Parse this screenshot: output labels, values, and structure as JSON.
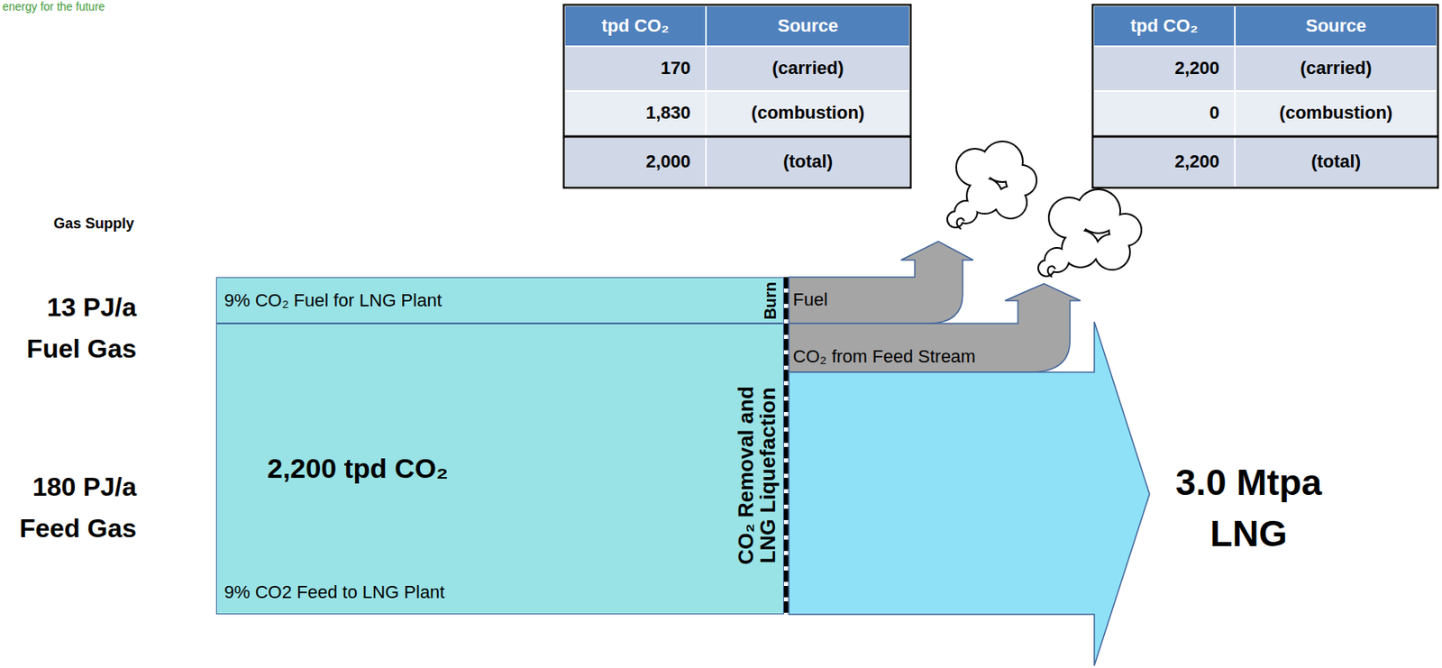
{
  "diagram": {
    "nodes": [
      {
        "text": [
          "9% CO₂ Fuel for LNG Plant"
        ]
      },
      {
        "text": [
          "2,200 tpd CO₂",
          "9% CO2 Feed to LNG Plant"
        ]
      },
      {
        "text": [
          "Fuel"
        ]
      },
      {
        "text": [
          "CO₂ from Feed Stream"
        ]
      },
      {
        "text": [
          "3.0 Mtpa LNG"
        ]
      }
    ],
    "labels": [
      "energy for the future",
      "tpd CO₂",
      "Source",
      "170",
      "(carried)",
      "1,830",
      "(combustion)",
      "2,000",
      "(total)",
      "tpd CO₂",
      "Source",
      "2,200",
      "(carried)",
      "0",
      "(combustion)",
      "2,200",
      "(total)",
      "Gas Supply",
      "13 PJ/a Fuel Gas",
      "180 PJ/a Feed Gas",
      "Burn",
      "CO₂ Removal and LNG Liquefaction"
    ]
  }
}
